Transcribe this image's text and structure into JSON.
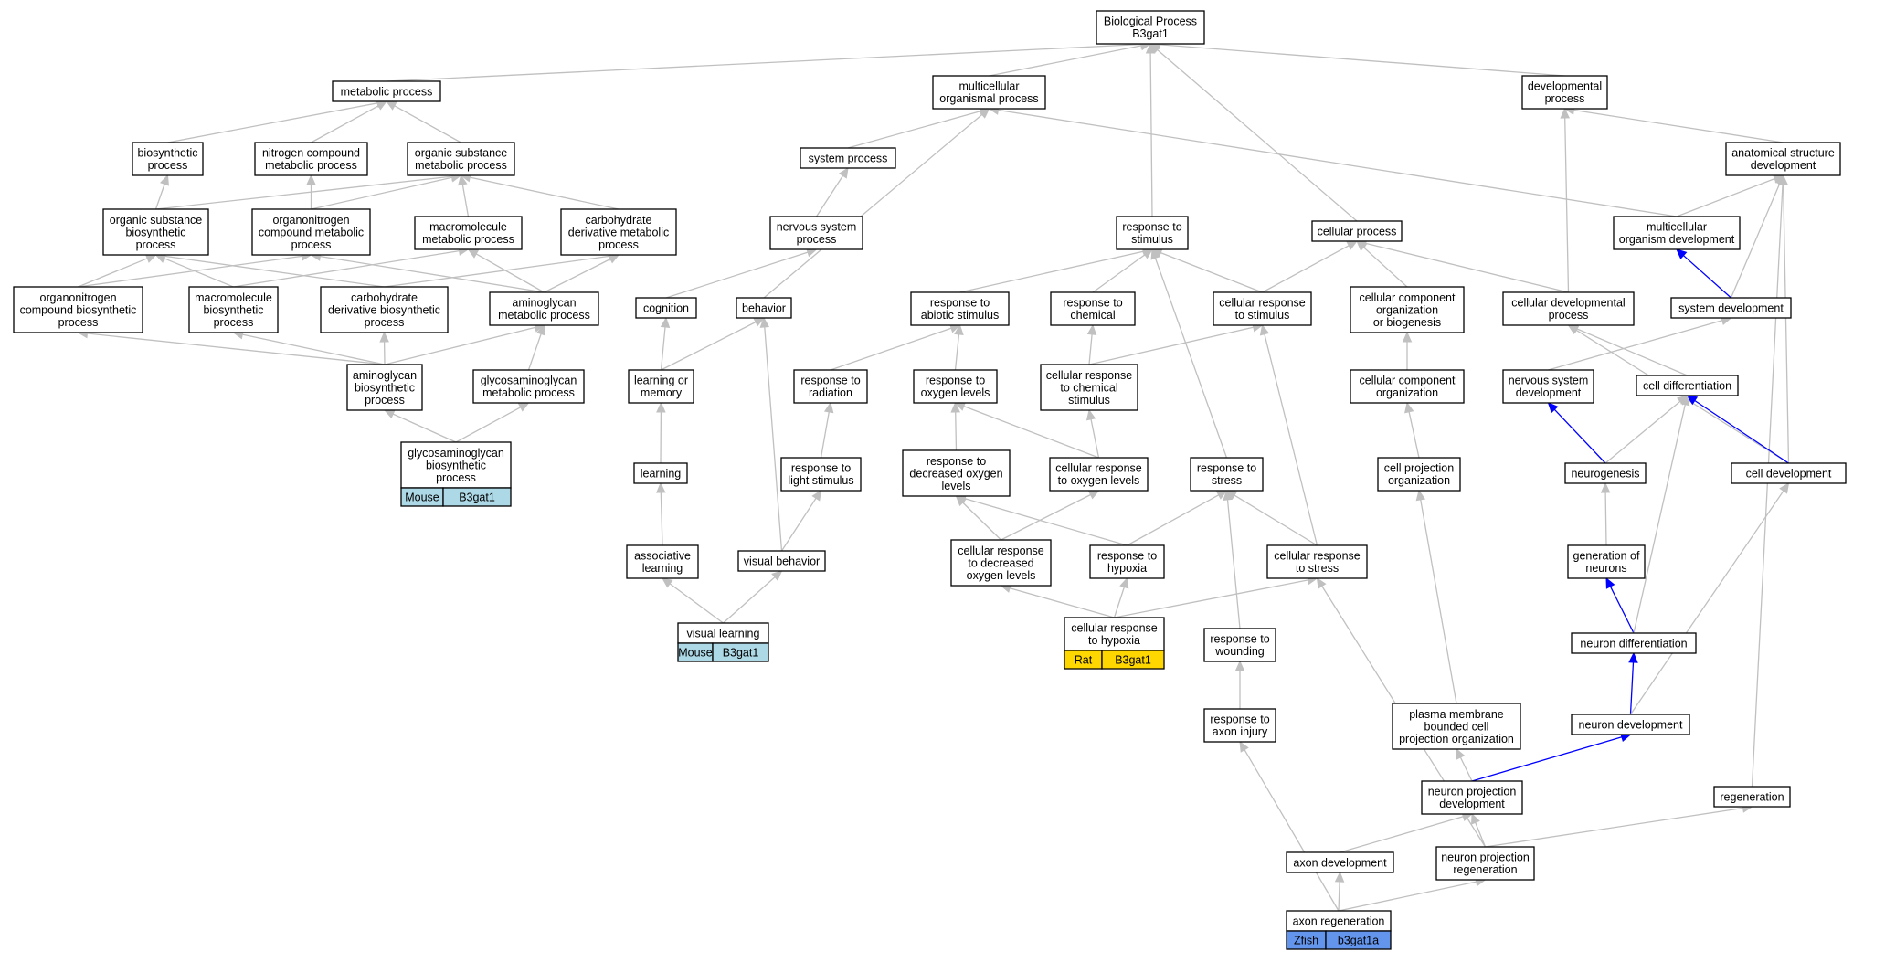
{
  "colors": {
    "edge_default": "#c0c0c0",
    "edge_highlight": "#0000ff",
    "mouse": "#add8e6",
    "rat": "#ffd700",
    "zfish": "#6495ed"
  },
  "nodes": [
    {
      "id": "bp",
      "lines": [
        "Biological Process",
        "B3gat1"
      ]
    },
    {
      "id": "metabolic",
      "lines": [
        "metabolic process"
      ]
    },
    {
      "id": "multicellular",
      "lines": [
        "multicellular",
        "organismal process"
      ]
    },
    {
      "id": "developmental",
      "lines": [
        "developmental",
        "process"
      ]
    },
    {
      "id": "biosynthetic",
      "lines": [
        "biosynthetic",
        "process"
      ]
    },
    {
      "id": "nitrogen",
      "lines": [
        "nitrogen compound",
        "metabolic process"
      ]
    },
    {
      "id": "orgsubmeta",
      "lines": [
        "organic substance",
        "metabolic process"
      ]
    },
    {
      "id": "sysproc",
      "lines": [
        "system process"
      ]
    },
    {
      "id": "anatomical",
      "lines": [
        "anatomical structure",
        "development"
      ]
    },
    {
      "id": "orgsubbio",
      "lines": [
        "organic substance",
        "biosynthetic",
        "process"
      ]
    },
    {
      "id": "organonitmeta",
      "lines": [
        "organonitrogen",
        "compound metabolic",
        "process"
      ]
    },
    {
      "id": "macrometa",
      "lines": [
        "macromolecule",
        "metabolic process"
      ]
    },
    {
      "id": "carbmeta",
      "lines": [
        "carbohydrate",
        "derivative metabolic",
        "process"
      ]
    },
    {
      "id": "nervsysproc",
      "lines": [
        "nervous system",
        "process"
      ]
    },
    {
      "id": "resstim",
      "lines": [
        "response to",
        "stimulus"
      ]
    },
    {
      "id": "cellproc",
      "lines": [
        "cellular process"
      ]
    },
    {
      "id": "multiorgdev",
      "lines": [
        "multicellular",
        "organism development"
      ]
    },
    {
      "id": "organonitbio",
      "lines": [
        "organonitrogen",
        "compound biosynthetic",
        "process"
      ]
    },
    {
      "id": "macrobio",
      "lines": [
        "macromolecule",
        "biosynthetic",
        "process"
      ]
    },
    {
      "id": "carbbio",
      "lines": [
        "carbohydrate",
        "derivative biosynthetic",
        "process"
      ]
    },
    {
      "id": "aminometa",
      "lines": [
        "aminoglycan",
        "metabolic process"
      ]
    },
    {
      "id": "cognition",
      "lines": [
        "cognition"
      ]
    },
    {
      "id": "behavior",
      "lines": [
        "behavior"
      ]
    },
    {
      "id": "resabiotic",
      "lines": [
        "response to",
        "abiotic stimulus"
      ]
    },
    {
      "id": "reschem",
      "lines": [
        "response to",
        "chemical"
      ]
    },
    {
      "id": "cellresstim",
      "lines": [
        "cellular response",
        "to stimulus"
      ]
    },
    {
      "id": "cellcomp",
      "lines": [
        "cellular component",
        "organization",
        "or biogenesis"
      ]
    },
    {
      "id": "celldevproc",
      "lines": [
        "cellular developmental",
        "process"
      ]
    },
    {
      "id": "sysdev",
      "lines": [
        "system development"
      ]
    },
    {
      "id": "aminobio",
      "lines": [
        "aminoglycan",
        "biosynthetic",
        "process"
      ]
    },
    {
      "id": "gagmeta",
      "lines": [
        "glycosaminoglycan",
        "metabolic process"
      ]
    },
    {
      "id": "learnmem",
      "lines": [
        "learning or",
        "memory"
      ]
    },
    {
      "id": "resrad",
      "lines": [
        "response to",
        "radiation"
      ]
    },
    {
      "id": "resoxy",
      "lines": [
        "response to",
        "oxygen levels"
      ]
    },
    {
      "id": "cellreschem",
      "lines": [
        "cellular response",
        "to chemical",
        "stimulus"
      ]
    },
    {
      "id": "cellcomporg",
      "lines": [
        "cellular component",
        "organization"
      ]
    },
    {
      "id": "nervsysdev",
      "lines": [
        "nervous system",
        "development"
      ]
    },
    {
      "id": "celldiff",
      "lines": [
        "cell differentiation"
      ]
    },
    {
      "id": "gagbio",
      "lines": [
        "glycosaminoglycan",
        "biosynthetic",
        "process"
      ],
      "species": "Mouse",
      "gene": "B3gat1",
      "species_color": "mouse"
    },
    {
      "id": "learning",
      "lines": [
        "learning"
      ]
    },
    {
      "id": "reslight",
      "lines": [
        "response to",
        "light stimulus"
      ]
    },
    {
      "id": "resdecoxy",
      "lines": [
        "response to",
        "decreased oxygen",
        "levels"
      ]
    },
    {
      "id": "cellresoxy",
      "lines": [
        "cellular response",
        "to oxygen levels"
      ]
    },
    {
      "id": "resstress",
      "lines": [
        "response to",
        "stress"
      ]
    },
    {
      "id": "cellproj",
      "lines": [
        "cell projection",
        "organization"
      ]
    },
    {
      "id": "neurogenesis",
      "lines": [
        "neurogenesis"
      ]
    },
    {
      "id": "celldev",
      "lines": [
        "cell development"
      ]
    },
    {
      "id": "assoclearn",
      "lines": [
        "associative",
        "learning"
      ]
    },
    {
      "id": "visbehav",
      "lines": [
        "visual behavior"
      ]
    },
    {
      "id": "cellresdecoxy",
      "lines": [
        "cellular response",
        "to decreased",
        "oxygen levels"
      ]
    },
    {
      "id": "reshypoxia",
      "lines": [
        "response to",
        "hypoxia"
      ]
    },
    {
      "id": "cellresstress",
      "lines": [
        "cellular response",
        "to stress"
      ]
    },
    {
      "id": "genneurons",
      "lines": [
        "generation of",
        "neurons"
      ]
    },
    {
      "id": "vislearn",
      "lines": [
        "visual learning"
      ],
      "species": "Mouse",
      "gene": "B3gat1",
      "species_color": "mouse"
    },
    {
      "id": "cellreshyp",
      "lines": [
        "cellular response",
        "to hypoxia"
      ],
      "species": "Rat",
      "gene": "B3gat1",
      "species_color": "rat"
    },
    {
      "id": "reswound",
      "lines": [
        "response to",
        "wounding"
      ]
    },
    {
      "id": "neurondiff",
      "lines": [
        "neuron differentiation"
      ]
    },
    {
      "id": "pmbcpo",
      "lines": [
        "plasma membrane",
        "bounded cell",
        "projection organization"
      ]
    },
    {
      "id": "resaxon",
      "lines": [
        "response to",
        "axon injury"
      ]
    },
    {
      "id": "neurondev",
      "lines": [
        "neuron development"
      ]
    },
    {
      "id": "npd",
      "lines": [
        "neuron projection",
        "development"
      ]
    },
    {
      "id": "regen",
      "lines": [
        "regeneration"
      ]
    },
    {
      "id": "axondev",
      "lines": [
        "axon development"
      ]
    },
    {
      "id": "npr",
      "lines": [
        "neuron projection",
        "regeneration"
      ]
    },
    {
      "id": "axonregen",
      "lines": [
        "axon regeneration"
      ],
      "species": "Zfish",
      "gene": "b3gat1a",
      "species_color": "zfish"
    }
  ],
  "edges": [
    [
      "metabolic",
      "bp"
    ],
    [
      "multicellular",
      "bp"
    ],
    [
      "developmental",
      "bp"
    ],
    [
      "resstim",
      "bp"
    ],
    [
      "cellproc",
      "bp"
    ],
    [
      "biosynthetic",
      "metabolic"
    ],
    [
      "nitrogen",
      "metabolic"
    ],
    [
      "orgsubmeta",
      "metabolic"
    ],
    [
      "sysproc",
      "multicellular"
    ],
    [
      "behavior",
      "multicellular"
    ],
    [
      "multiorgdev",
      "multicellular"
    ],
    [
      "anatomical",
      "developmental"
    ],
    [
      "celldevproc",
      "developmental"
    ],
    [
      "orgsubbio",
      "biosynthetic"
    ],
    [
      "orgsubbio",
      "orgsubmeta"
    ],
    [
      "organonitmeta",
      "nitrogen"
    ],
    [
      "organonitmeta",
      "orgsubmeta"
    ],
    [
      "macrometa",
      "orgsubmeta"
    ],
    [
      "carbmeta",
      "orgsubmeta"
    ],
    [
      "nervsysproc",
      "sysproc"
    ],
    [
      "multiorgdev",
      "anatomical"
    ],
    [
      "sysdev",
      "anatomical"
    ],
    [
      "celldev",
      "anatomical"
    ],
    [
      "regen",
      "anatomical"
    ],
    [
      "organonitbio",
      "orgsubbio"
    ],
    [
      "organonitbio",
      "organonitmeta"
    ],
    [
      "macrobio",
      "orgsubbio"
    ],
    [
      "macrobio",
      "macrometa"
    ],
    [
      "carbbio",
      "orgsubbio"
    ],
    [
      "carbbio",
      "carbmeta"
    ],
    [
      "aminometa",
      "organonitmeta"
    ],
    [
      "aminometa",
      "macrometa"
    ],
    [
      "aminometa",
      "carbmeta"
    ],
    [
      "cognition",
      "nervsysproc"
    ],
    [
      "resabiotic",
      "resstim"
    ],
    [
      "reschem",
      "resstim"
    ],
    [
      "cellresstim",
      "resstim"
    ],
    [
      "resstress",
      "resstim"
    ],
    [
      "cellresstim",
      "cellproc"
    ],
    [
      "cellcomp",
      "cellproc"
    ],
    [
      "celldevproc",
      "cellproc"
    ],
    [
      "sysdev",
      "multiorgdev"
    ],
    [
      "aminobio",
      "organonitbio"
    ],
    [
      "aminobio",
      "macrobio"
    ],
    [
      "aminobio",
      "carbbio"
    ],
    [
      "aminobio",
      "aminometa"
    ],
    [
      "gagmeta",
      "aminometa"
    ],
    [
      "learnmem",
      "cognition"
    ],
    [
      "learnmem",
      "behavior"
    ],
    [
      "resrad",
      "resabiotic"
    ],
    [
      "resoxy",
      "resabiotic"
    ],
    [
      "cellreschem",
      "reschem"
    ],
    [
      "cellreschem",
      "cellresstim"
    ],
    [
      "cellcomporg",
      "cellcomp"
    ],
    [
      "nervsysdev",
      "sysdev"
    ],
    [
      "celldiff",
      "celldevproc"
    ],
    [
      "celldev",
      "celldevproc"
    ],
    [
      "gagbio",
      "aminobio"
    ],
    [
      "gagbio",
      "gagmeta"
    ],
    [
      "learning",
      "learnmem"
    ],
    [
      "reslight",
      "resrad"
    ],
    [
      "resdecoxy",
      "resoxy"
    ],
    [
      "cellresoxy",
      "resoxy"
    ],
    [
      "cellresoxy",
      "cellreschem"
    ],
    [
      "cellproj",
      "cellcomporg"
    ],
    [
      "neurogenesis",
      "nervsysdev"
    ],
    [
      "neurogenesis",
      "celldiff"
    ],
    [
      "celldev",
      "celldiff"
    ],
    [
      "assoclearn",
      "learning"
    ],
    [
      "visbehav",
      "reslight"
    ],
    [
      "visbehav",
      "behavior"
    ],
    [
      "cellresdecoxy",
      "resdecoxy"
    ],
    [
      "cellresdecoxy",
      "cellresoxy"
    ],
    [
      "reshypoxia",
      "resdecoxy"
    ],
    [
      "reshypoxia",
      "resstress"
    ],
    [
      "cellresstress",
      "resstress"
    ],
    [
      "cellresstress",
      "cellresstim"
    ],
    [
      "genneurons",
      "neurogenesis"
    ],
    [
      "vislearn",
      "assoclearn"
    ],
    [
      "vislearn",
      "visbehav"
    ],
    [
      "cellreshyp",
      "cellresdecoxy"
    ],
    [
      "cellreshyp",
      "reshypoxia"
    ],
    [
      "cellreshyp",
      "cellresstress"
    ],
    [
      "reswound",
      "resstress"
    ],
    [
      "neurondiff",
      "genneurons"
    ],
    [
      "neurondiff",
      "celldiff"
    ],
    [
      "pmbcpo",
      "cellproj"
    ],
    [
      "resaxon",
      "reswound"
    ],
    [
      "neurondev",
      "neurondiff"
    ],
    [
      "neurondev",
      "celldev"
    ],
    [
      "npd",
      "pmbcpo"
    ],
    [
      "npd",
      "neurondev"
    ],
    [
      "axondev",
      "npd"
    ],
    [
      "npr",
      "npd"
    ],
    [
      "npr",
      "regen"
    ],
    [
      "npr",
      "cellresstress"
    ],
    [
      "axonregen",
      "axondev"
    ],
    [
      "axonregen",
      "npr"
    ],
    [
      "axonregen",
      "resaxon"
    ]
  ],
  "highlight_edges": [
    [
      "sysdev",
      "multiorgdev"
    ],
    [
      "neurogenesis",
      "nervsysdev"
    ],
    [
      "celldev",
      "celldiff"
    ],
    [
      "neurondiff",
      "genneurons"
    ],
    [
      "neurondev",
      "neurondiff"
    ],
    [
      "npd",
      "neurondev"
    ]
  ]
}
